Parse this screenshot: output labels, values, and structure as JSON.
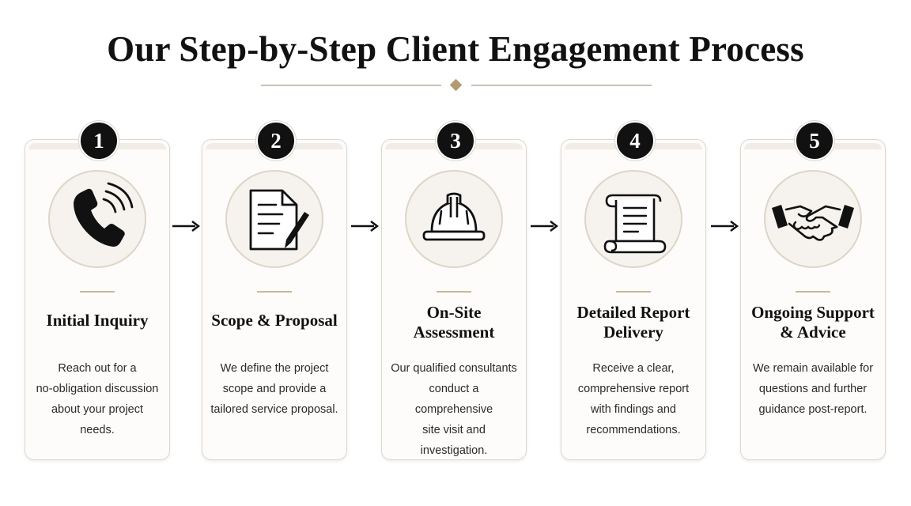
{
  "title": "Our Step-by-Step Client Engagement Process",
  "steps": [
    {
      "number": "1",
      "icon": "phone-icon",
      "title_lines": [
        "Initial Inquiry"
      ],
      "description_lines": [
        "Reach out for a",
        "no-obligation discussion",
        "about your project needs."
      ]
    },
    {
      "number": "2",
      "icon": "document-pen-icon",
      "title_lines": [
        "Scope & Proposal"
      ],
      "description_lines": [
        "We define the project",
        "scope and provide a",
        "tailored service proposal."
      ]
    },
    {
      "number": "3",
      "icon": "hard-hat-icon",
      "title_lines": [
        "On-Site",
        "Assessment"
      ],
      "description_lines": [
        "Our qualified consultants",
        "conduct a comprehensive",
        "site visit and investigation."
      ]
    },
    {
      "number": "4",
      "icon": "scroll-report-icon",
      "title_lines": [
        "Detailed Report",
        "Delivery"
      ],
      "description_lines": [
        "Receive a clear,",
        "comprehensive report",
        "with findings and",
        "recommendations."
      ]
    },
    {
      "number": "5",
      "icon": "handshake-icon",
      "title_lines": [
        "Ongoing Support",
        "& Advice"
      ],
      "description_lines": [
        "We remain available for",
        "questions and further",
        "guidance post-report."
      ]
    }
  ],
  "colors": {
    "accent": "#b39a72",
    "badge": "#111111",
    "card_border": "#ddd7cd",
    "icon_background": "#f6f3ee"
  }
}
